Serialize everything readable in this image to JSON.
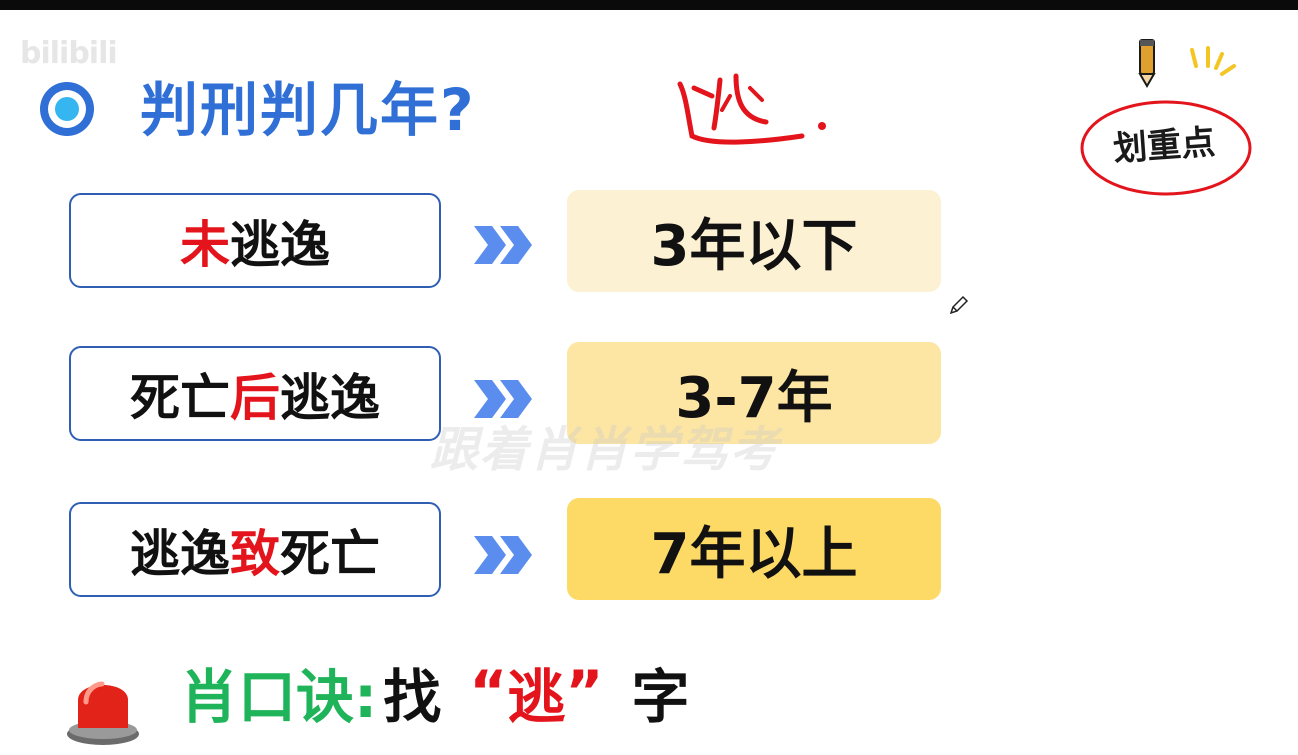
{
  "logo": {
    "text": "bilibili"
  },
  "title": "判刑判几年?",
  "handwritten_note": "逃.",
  "badge": {
    "text": "划重点"
  },
  "rows": [
    {
      "left_parts": [
        {
          "text": "未",
          "red": true
        },
        {
          "text": "逃逸",
          "red": false
        }
      ],
      "result": "3年以下",
      "result_bg": "#fdf1d3"
    },
    {
      "left_parts": [
        {
          "text": "死亡",
          "red": false
        },
        {
          "text": "后",
          "red": true
        },
        {
          "text": "逃逸",
          "red": false
        }
      ],
      "result": "3-7年",
      "result_bg": "#fde5a3"
    },
    {
      "left_parts": [
        {
          "text": "逃逸",
          "red": false
        },
        {
          "text": "致",
          "red": true
        },
        {
          "text": "死亡",
          "red": false
        }
      ],
      "result": "7年以上",
      "result_bg": "#fdd966"
    }
  ],
  "watermark": "跟着肖肖学驾考",
  "mnemonic": {
    "label": "肖口诀:",
    "verb": "找",
    "open_quote": "“",
    "keyword": "逃",
    "close_quote": "”",
    "tail": "字"
  },
  "colors": {
    "title_blue": "#2f6fd6",
    "accent_red": "#e3141b",
    "green": "#1fb35a",
    "box_border": "#2f5fb3",
    "arrow_blue": "#5b8def"
  },
  "icons": [
    "target-icon",
    "double-chevron-icon",
    "pencil-icon",
    "alarm-light-icon"
  ]
}
